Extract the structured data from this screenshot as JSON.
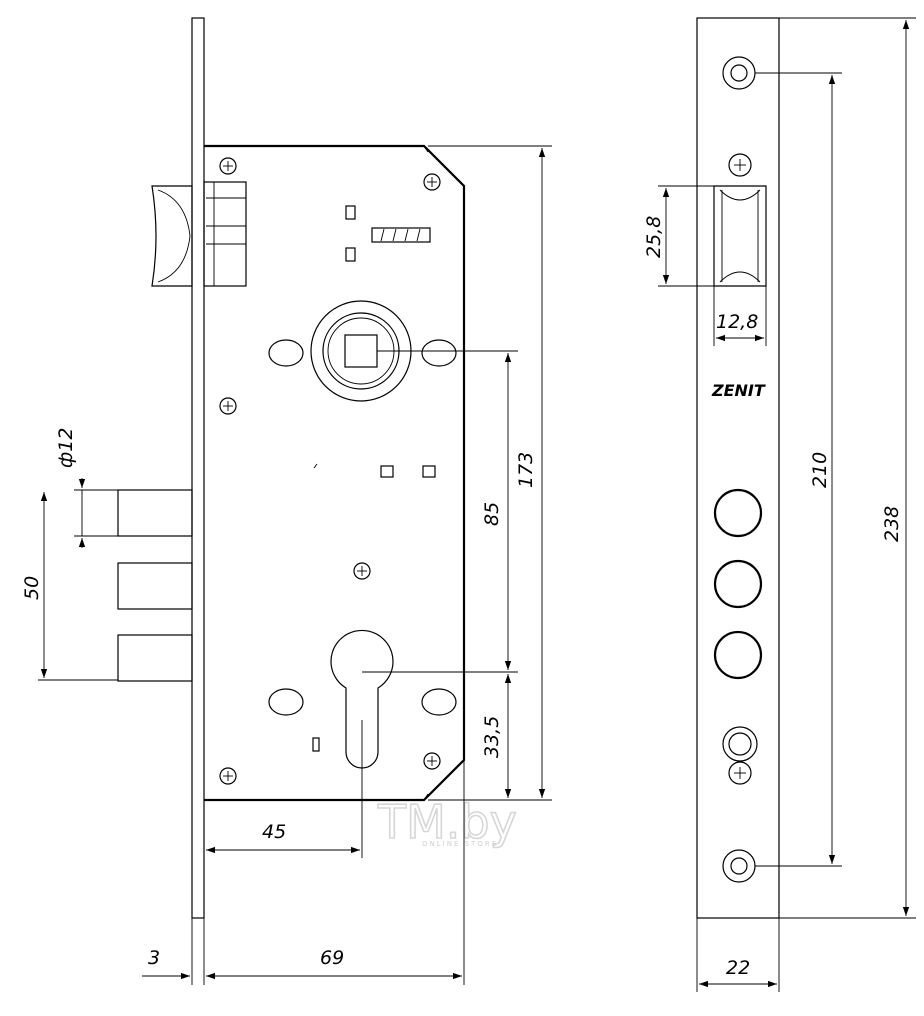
{
  "brand": "ZENIT",
  "watermark": {
    "main": "TM.by",
    "sub": "ONLINE STORE"
  },
  "dimensions": {
    "faceplate_thickness": "3",
    "backset_width": "69",
    "backset_to_cylinder": "45",
    "bolt_diameter": "ф12",
    "bolt_span": "50",
    "handle_to_cylinder": "85",
    "body_height": "173",
    "cylinder_offset": "33,5",
    "latch_height": "25,8",
    "latch_width": "12,8",
    "screw_spacing": "210",
    "faceplate_height": "238",
    "faceplate_width": "22"
  }
}
